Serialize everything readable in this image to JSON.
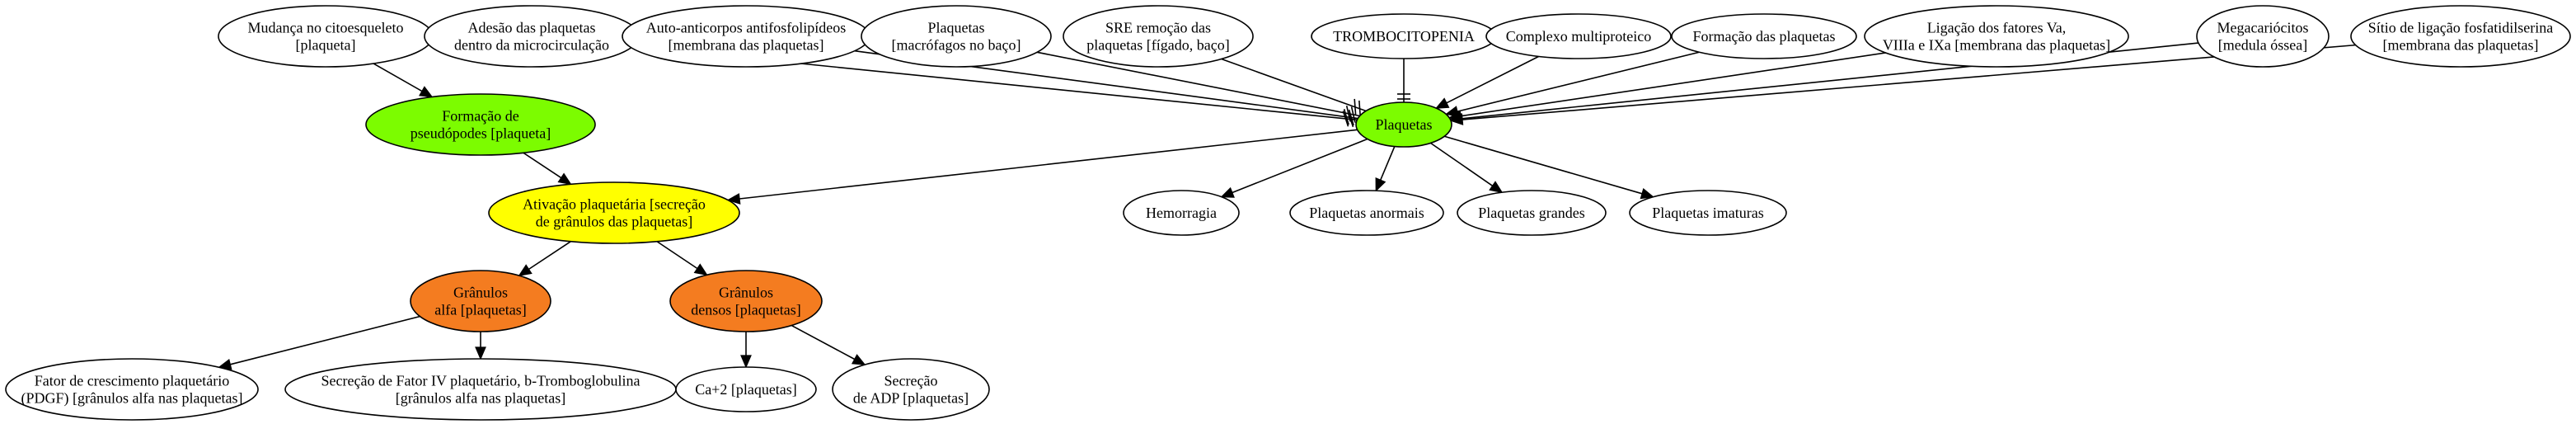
{
  "diagram": {
    "colors": {
      "default": "#ffffff",
      "green": "#7cfc00",
      "yellow": "#ffff00",
      "orange": "#f47c20",
      "stroke": "#000000"
    },
    "nodes": [
      {
        "id": "mudanca",
        "lines": [
          "Mudança no citoesqueleto",
          "[plaqueta]"
        ],
        "color": "default"
      },
      {
        "id": "adesao",
        "lines": [
          "Adesão das plaquetas",
          "dentro da microcirculação"
        ],
        "color": "default"
      },
      {
        "id": "auto",
        "lines": [
          "Auto-anticorpos antifosfolipídeos",
          "[membrana das plaquetas]"
        ],
        "color": "default"
      },
      {
        "id": "macrofagos",
        "lines": [
          "Plaquetas",
          "[macrófagos no baço]"
        ],
        "color": "default"
      },
      {
        "id": "sre",
        "lines": [
          "SRE remoção das",
          "plaquetas [fígado, baço]"
        ],
        "color": "default"
      },
      {
        "id": "tromb",
        "lines": [
          "TROMBOCITOPENIA"
        ],
        "color": "default"
      },
      {
        "id": "complexo",
        "lines": [
          "Complexo multiproteico"
        ],
        "color": "default"
      },
      {
        "id": "formacao",
        "lines": [
          "Formação das plaquetas"
        ],
        "color": "default"
      },
      {
        "id": "ligacao",
        "lines": [
          "Ligação dos fatores Va,",
          "VIIIa e IXa [membrana das plaquetas]"
        ],
        "color": "default"
      },
      {
        "id": "mega",
        "lines": [
          "Megacariócitos",
          "[medula óssea]"
        ],
        "color": "default"
      },
      {
        "id": "sitio",
        "lines": [
          "Sítio de ligação fosfatidilserina",
          "[membrana das plaquetas]"
        ],
        "color": "default"
      },
      {
        "id": "pseudo",
        "lines": [
          "Formação de",
          "pseudópodes [plaqueta]"
        ],
        "color": "green"
      },
      {
        "id": "plaquetas",
        "lines": [
          "Plaquetas"
        ],
        "color": "green"
      },
      {
        "id": "ativacao",
        "lines": [
          "Ativação plaquetária [secreção",
          "de grânulos das plaquetas]"
        ],
        "color": "yellow"
      },
      {
        "id": "hemorragia",
        "lines": [
          "Hemorragia"
        ],
        "color": "default"
      },
      {
        "id": "anormais",
        "lines": [
          "Plaquetas anormais"
        ],
        "color": "default"
      },
      {
        "id": "grandes",
        "lines": [
          "Plaquetas grandes"
        ],
        "color": "default"
      },
      {
        "id": "imaturas",
        "lines": [
          "Plaquetas imaturas"
        ],
        "color": "default"
      },
      {
        "id": "alfa",
        "lines": [
          "Grânulos",
          "alfa [plaquetas]"
        ],
        "color": "orange"
      },
      {
        "id": "densos",
        "lines": [
          "Grânulos",
          "densos [plaquetas]"
        ],
        "color": "orange"
      },
      {
        "id": "pdgf",
        "lines": [
          "Fator de crescimento plaquetário",
          "(PDGF) [grânulos alfa nas plaquetas]"
        ],
        "color": "default"
      },
      {
        "id": "fator4",
        "lines": [
          "Secreção de Fator IV plaquetário, b-Tromboglobulina",
          "[grânulos alfa nas plaquetas]"
        ],
        "color": "default"
      },
      {
        "id": "ca",
        "lines": [
          "Ca+2 [plaquetas]"
        ],
        "color": "default"
      },
      {
        "id": "adp",
        "lines": [
          "Secreção",
          "de ADP [plaquetas]"
        ],
        "color": "default"
      }
    ],
    "edges": [
      {
        "from": "mudanca",
        "to": "pseudo",
        "head": "arrow"
      },
      {
        "from": "adesao",
        "to": "plaquetas",
        "head": "slash"
      },
      {
        "from": "auto",
        "to": "plaquetas",
        "head": "slash"
      },
      {
        "from": "macrofagos",
        "to": "plaquetas",
        "head": "slash"
      },
      {
        "from": "sre",
        "to": "plaquetas",
        "head": "slash"
      },
      {
        "from": "tromb",
        "to": "plaquetas",
        "head": "tee"
      },
      {
        "from": "complexo",
        "to": "plaquetas",
        "head": "arrow"
      },
      {
        "from": "formacao",
        "to": "plaquetas",
        "head": "arrow"
      },
      {
        "from": "ligacao",
        "to": "plaquetas",
        "head": "arrow"
      },
      {
        "from": "mega",
        "to": "plaquetas",
        "head": "arrow"
      },
      {
        "from": "sitio",
        "to": "plaquetas",
        "head": "arrow"
      },
      {
        "from": "pseudo",
        "to": "ativacao",
        "head": "arrow"
      },
      {
        "from": "plaquetas",
        "to": "ativacao",
        "head": "arrow"
      },
      {
        "from": "plaquetas",
        "to": "hemorragia",
        "head": "arrow"
      },
      {
        "from": "plaquetas",
        "to": "anormais",
        "head": "arrow"
      },
      {
        "from": "plaquetas",
        "to": "grandes",
        "head": "arrow"
      },
      {
        "from": "plaquetas",
        "to": "imaturas",
        "head": "arrow"
      },
      {
        "from": "ativacao",
        "to": "alfa",
        "head": "arrow"
      },
      {
        "from": "ativacao",
        "to": "densos",
        "head": "arrow"
      },
      {
        "from": "alfa",
        "to": "pdgf",
        "head": "arrow"
      },
      {
        "from": "alfa",
        "to": "fator4",
        "head": "arrow"
      },
      {
        "from": "densos",
        "to": "ca",
        "head": "arrow"
      },
      {
        "from": "densos",
        "to": "adp",
        "head": "arrow"
      }
    ]
  }
}
